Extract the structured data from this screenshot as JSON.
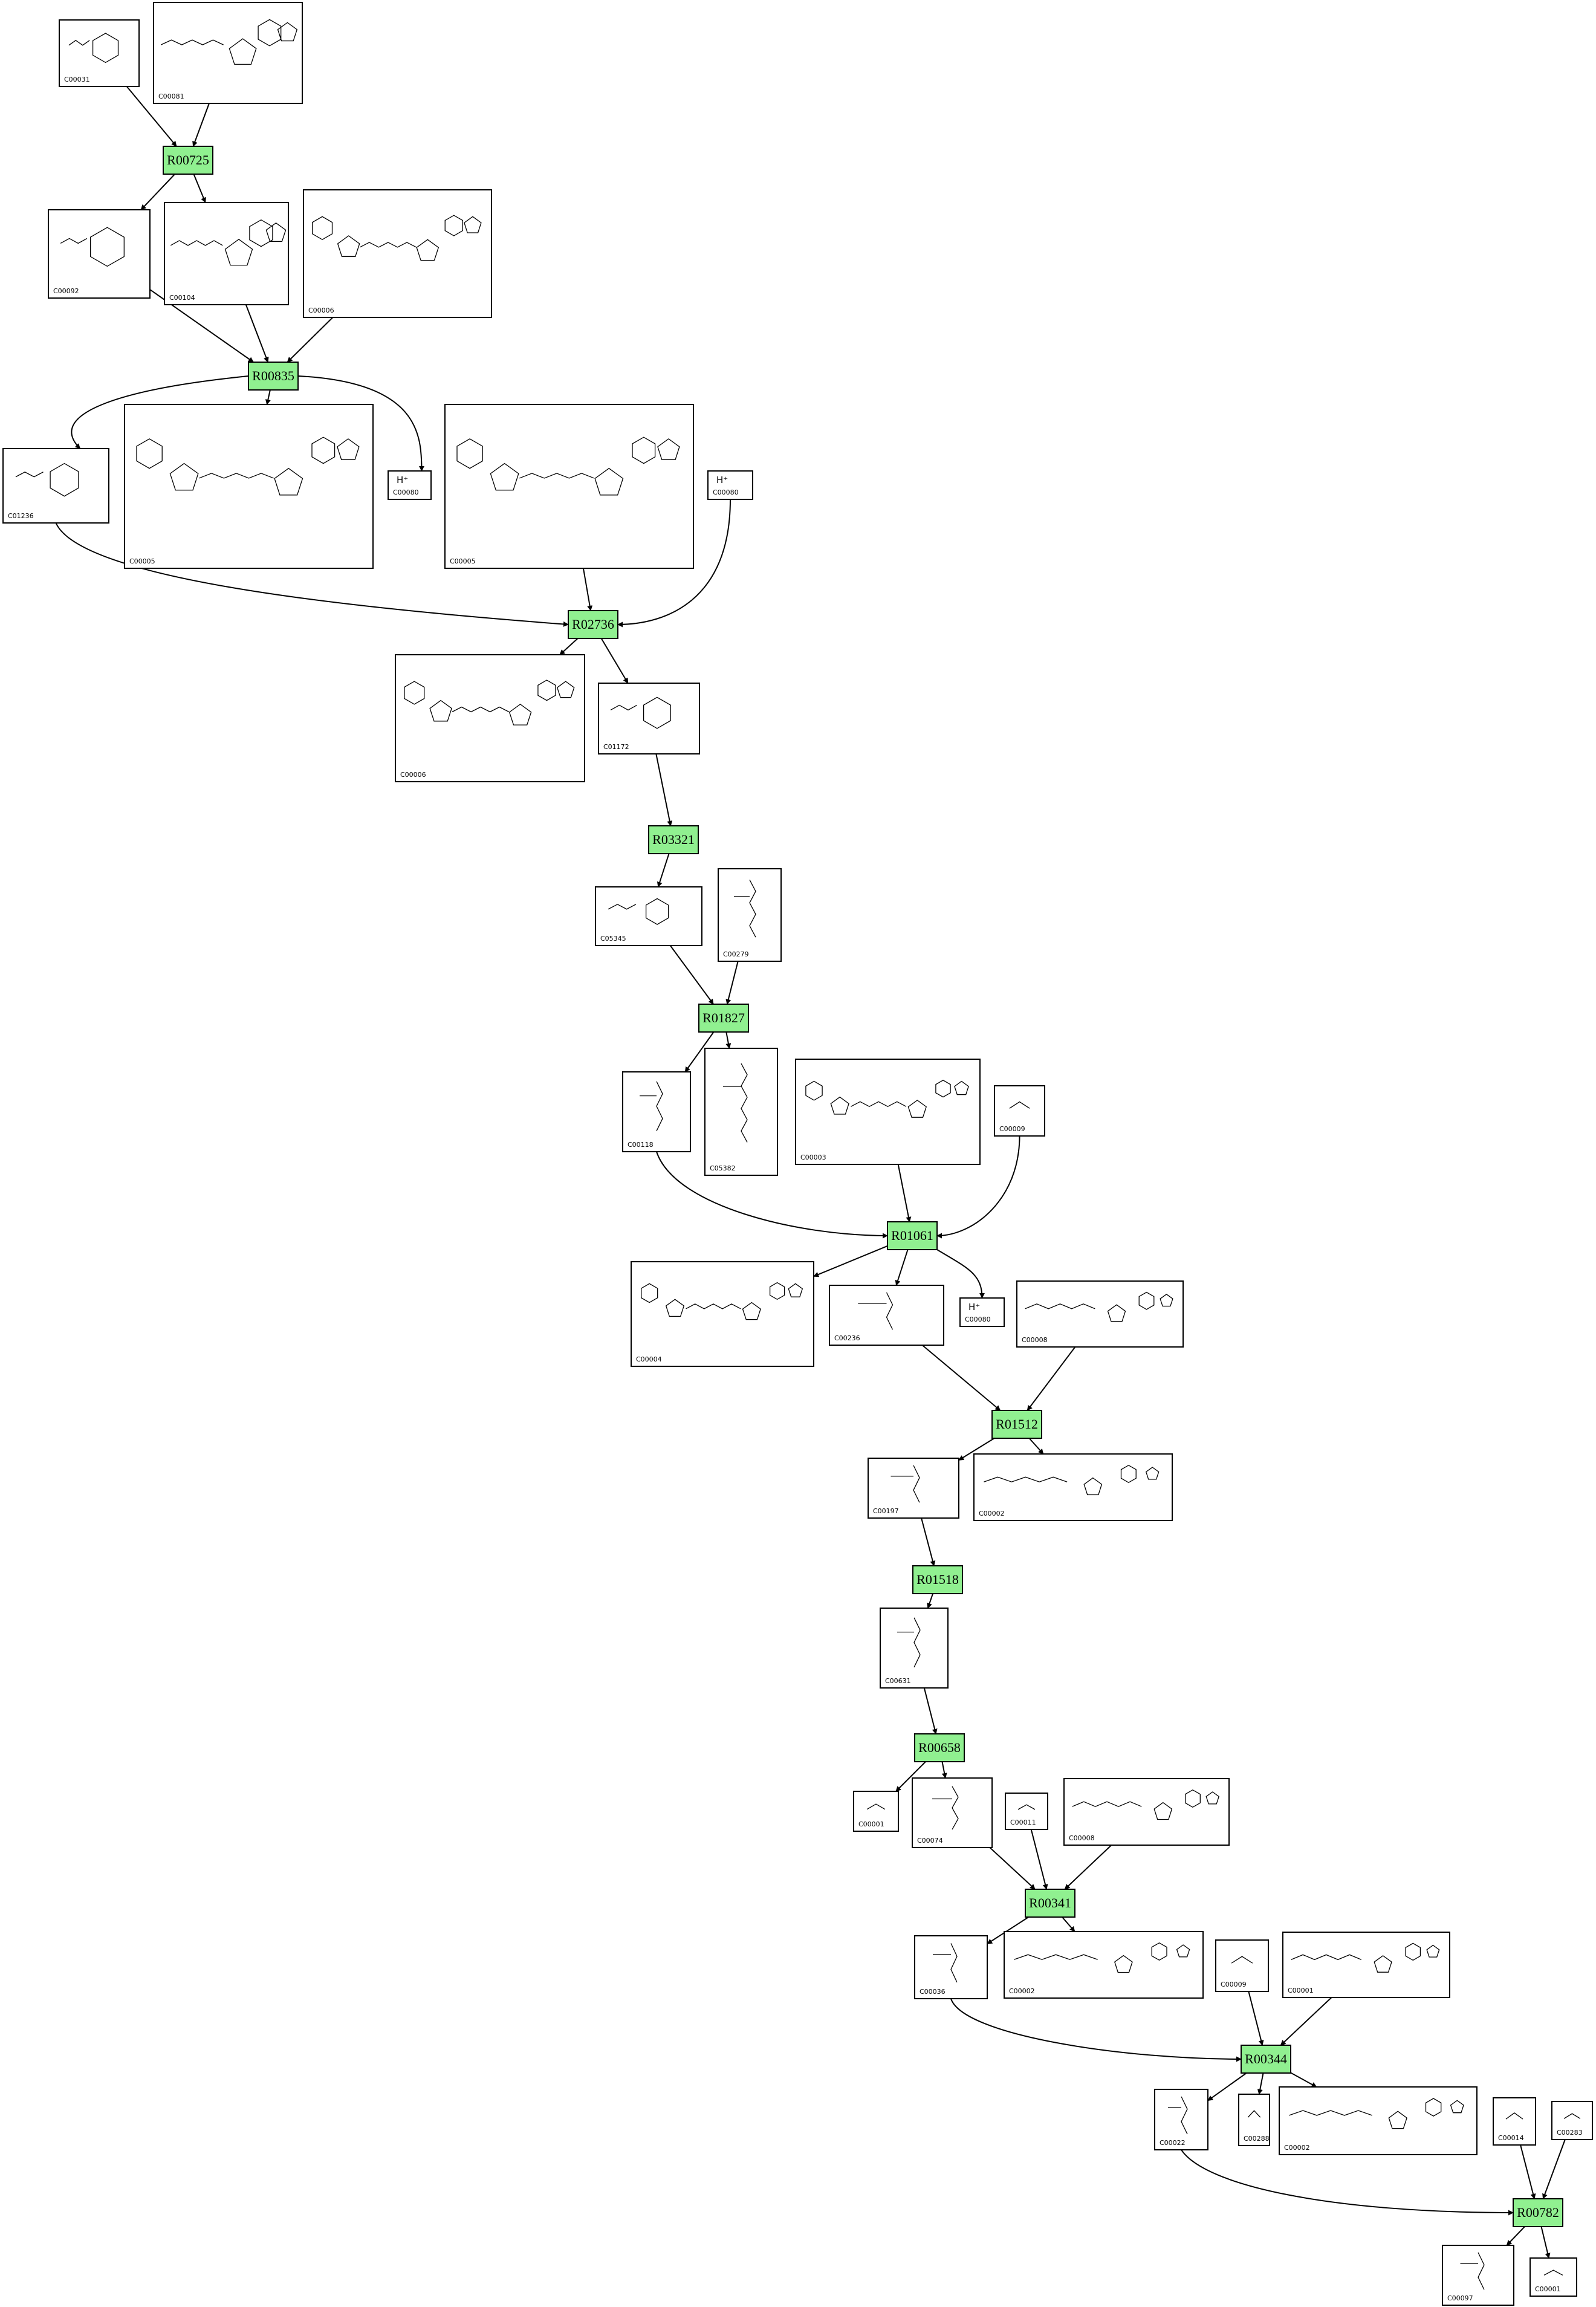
{
  "colors": {
    "reaction_fill": "#90f090",
    "stroke": "#000000",
    "background": "#ffffff"
  },
  "reactions": [
    {
      "id": "R00725"
    },
    {
      "id": "R00835"
    },
    {
      "id": "R02736"
    },
    {
      "id": "R03321"
    },
    {
      "id": "R01827"
    },
    {
      "id": "R01061"
    },
    {
      "id": "R01512"
    },
    {
      "id": "R01518"
    },
    {
      "id": "R00658"
    },
    {
      "id": "R00341"
    },
    {
      "id": "R00344"
    },
    {
      "id": "R00782"
    }
  ],
  "compounds": [
    {
      "id": "C00031",
      "kind": "ring"
    },
    {
      "id": "C00081",
      "kind": "nucleotide"
    },
    {
      "id": "C00092",
      "kind": "ring"
    },
    {
      "id": "C00104",
      "kind": "nucleotide"
    },
    {
      "id": "C00006",
      "kind": "dinucleotide"
    },
    {
      "id": "C01236",
      "kind": "ring"
    },
    {
      "id": "C00005",
      "kind": "dinucleotide"
    },
    {
      "id": "C00080",
      "kind": "ion",
      "text": "H⁺"
    },
    {
      "id": "C00005",
      "kind": "dinucleotide"
    },
    {
      "id": "C00080",
      "kind": "ion",
      "text": "H⁺"
    },
    {
      "id": "C00006",
      "kind": "dinucleotide"
    },
    {
      "id": "C01172",
      "kind": "ring"
    },
    {
      "id": "C05345",
      "kind": "ring"
    },
    {
      "id": "C00279",
      "kind": "chain"
    },
    {
      "id": "C00118",
      "kind": "chain"
    },
    {
      "id": "C05382",
      "kind": "chain"
    },
    {
      "id": "C00003",
      "kind": "dinucleotide"
    },
    {
      "id": "C00009",
      "kind": "small"
    },
    {
      "id": "C00004",
      "kind": "dinucleotide"
    },
    {
      "id": "C00236",
      "kind": "chain"
    },
    {
      "id": "C00080",
      "kind": "ion",
      "text": "H⁺"
    },
    {
      "id": "C00008",
      "kind": "nucleotide"
    },
    {
      "id": "C00197",
      "kind": "chain"
    },
    {
      "id": "C00002",
      "kind": "nucleotide"
    },
    {
      "id": "C00631",
      "kind": "chain"
    },
    {
      "id": "C00001",
      "kind": "small"
    },
    {
      "id": "C00074",
      "kind": "chain"
    },
    {
      "id": "C00011",
      "kind": "small"
    },
    {
      "id": "C00008",
      "kind": "nucleotide"
    },
    {
      "id": "C00036",
      "kind": "chain"
    },
    {
      "id": "C00002",
      "kind": "nucleotide"
    },
    {
      "id": "C00009",
      "kind": "small"
    },
    {
      "id": "C00001",
      "kind": "nucleotide"
    },
    {
      "id": "C00022",
      "kind": "chain"
    },
    {
      "id": "C00288",
      "kind": "small"
    },
    {
      "id": "C00002",
      "kind": "nucleotide"
    },
    {
      "id": "C00014",
      "kind": "small"
    },
    {
      "id": "C00283",
      "kind": "small"
    },
    {
      "id": "C00097",
      "kind": "chain"
    },
    {
      "id": "C00001",
      "kind": "small"
    }
  ]
}
